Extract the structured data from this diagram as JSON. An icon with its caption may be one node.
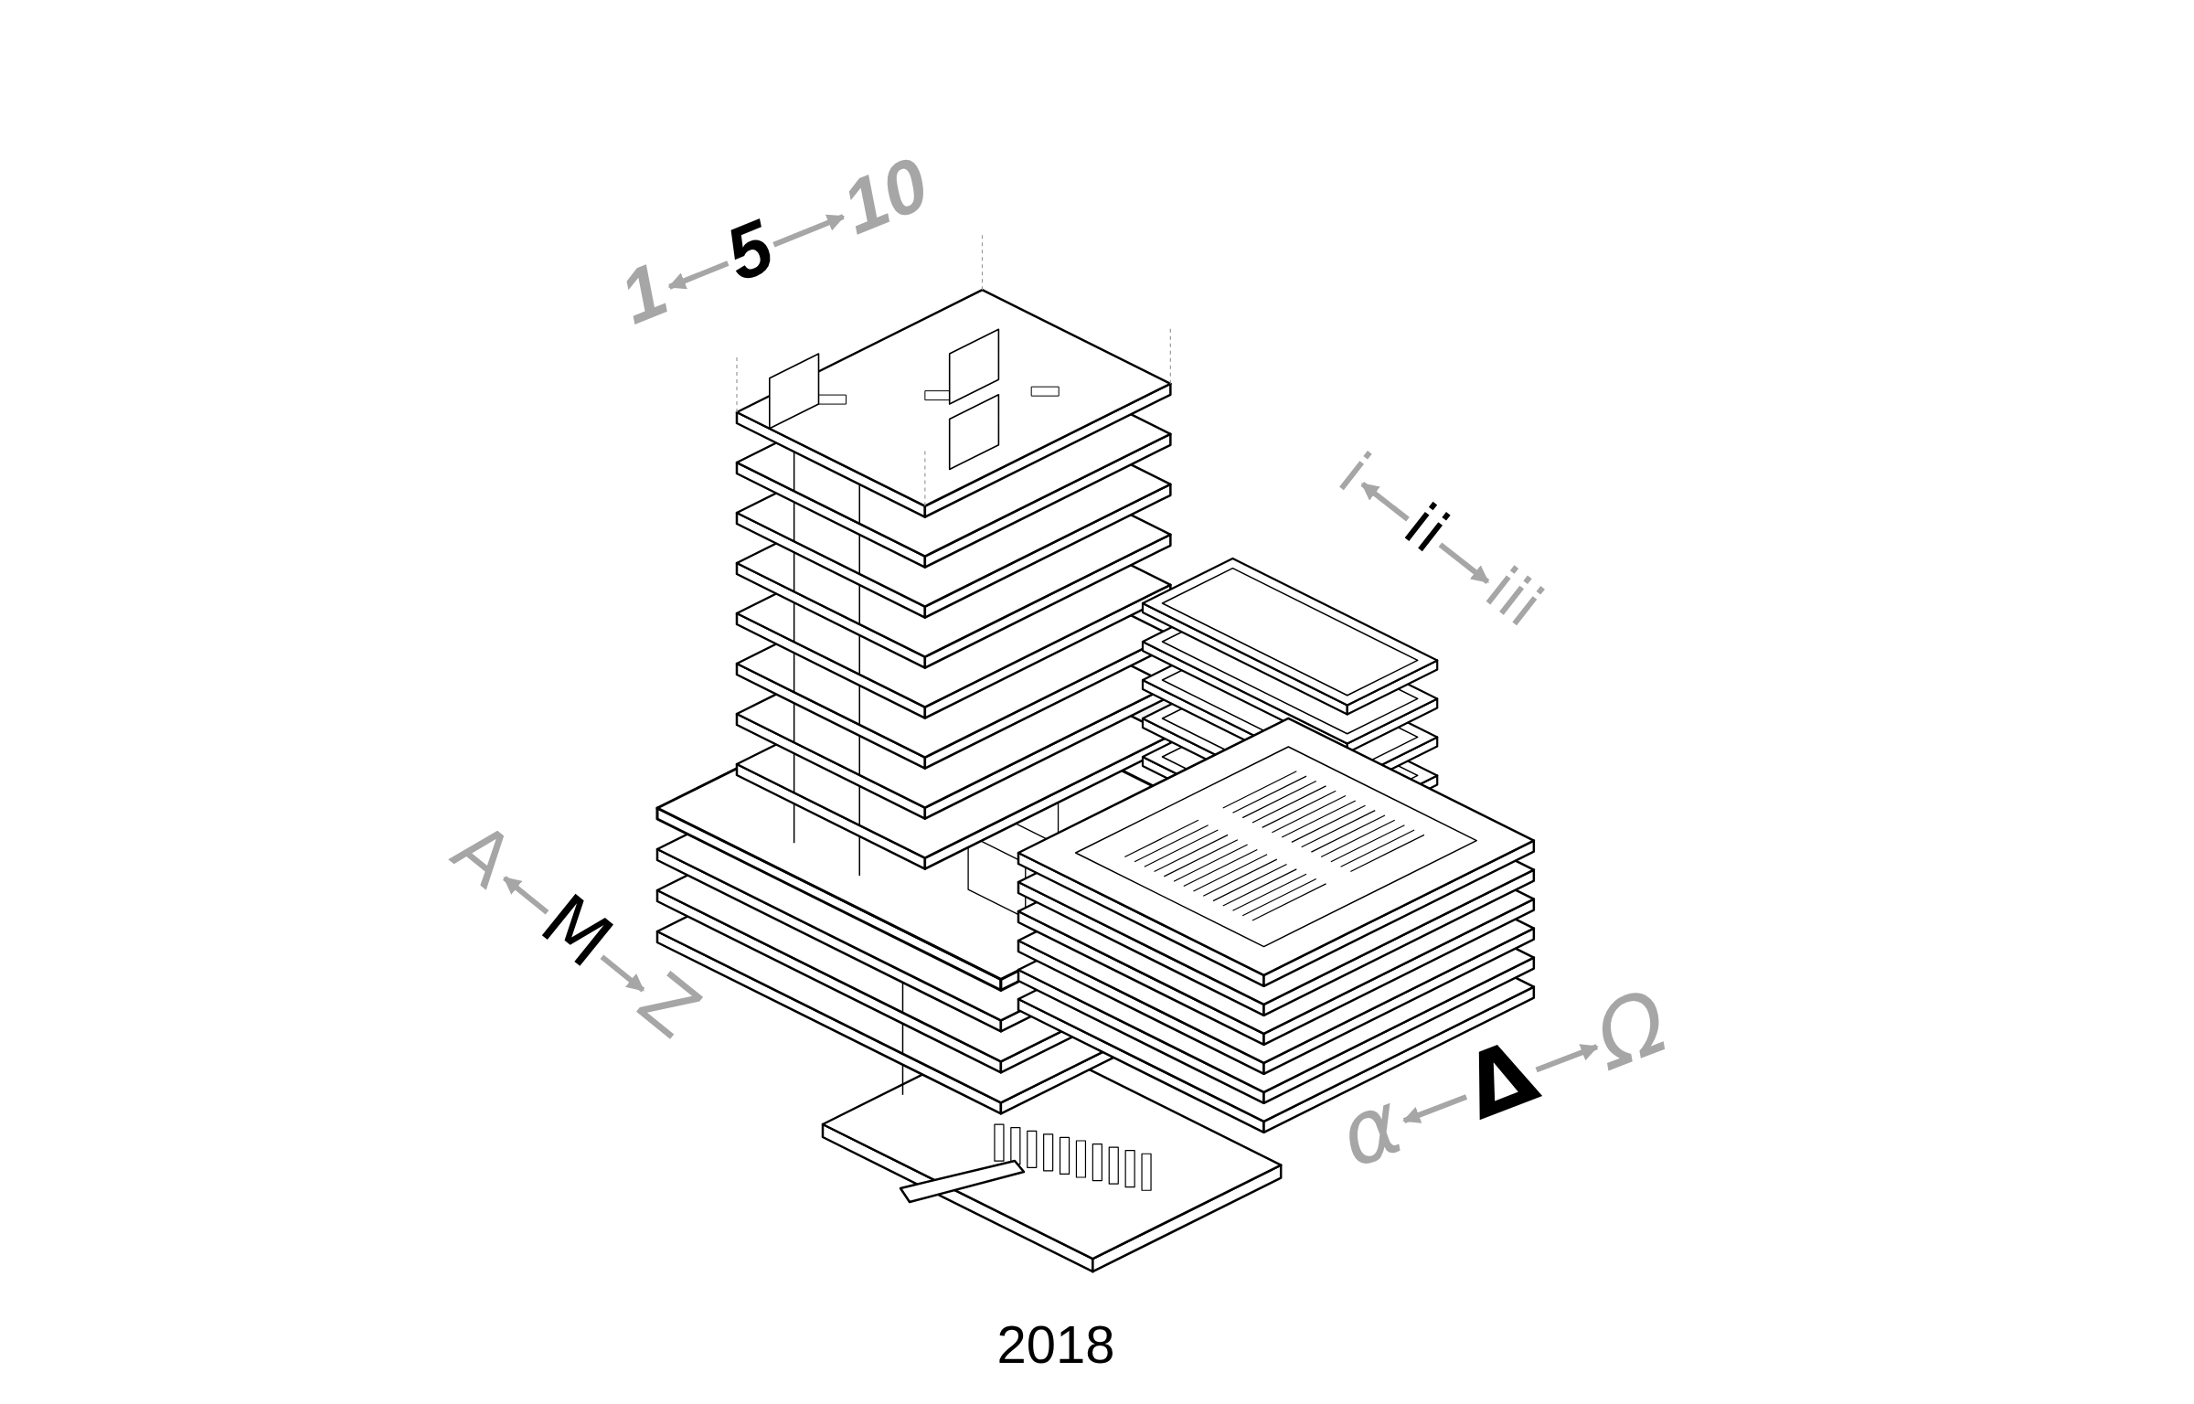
{
  "diagram": {
    "nodes": [
      {
        "text": [
          "1"
        ]
      },
      {
        "text": [
          "5"
        ]
      },
      {
        "text": [
          "10"
        ]
      },
      {
        "text": [
          "i"
        ]
      },
      {
        "text": [
          "ii"
        ]
      },
      {
        "text": [
          "iii"
        ]
      },
      {
        "text": [
          "A"
        ]
      },
      {
        "text": [
          "M"
        ]
      },
      {
        "text": [
          "Z"
        ]
      },
      {
        "text": [
          "α"
        ]
      },
      {
        "text": [
          "Δ"
        ]
      },
      {
        "text": [
          "Ω"
        ]
      }
    ],
    "edges": [
      {
        "from": 1,
        "to": 0,
        "arrow": "to"
      },
      {
        "from": 1,
        "to": 2,
        "arrow": "to"
      },
      {
        "from": 4,
        "to": 3,
        "arrow": "to"
      },
      {
        "from": 4,
        "to": 5,
        "arrow": "to"
      },
      {
        "from": 7,
        "to": 6,
        "arrow": "to"
      },
      {
        "from": 7,
        "to": 8,
        "arrow": "to"
      },
      {
        "from": 10,
        "to": 9,
        "arrow": "to"
      },
      {
        "from": 10,
        "to": 11,
        "arrow": "to"
      }
    ],
    "labels": [
      "2018"
    ]
  }
}
